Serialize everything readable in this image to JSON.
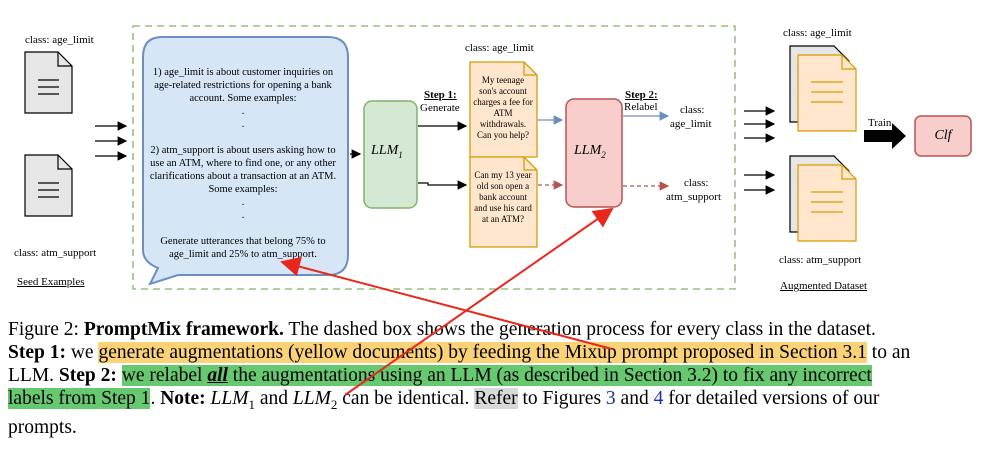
{
  "figure": {
    "left": {
      "class_top": "class: age_limit",
      "class_bottom": "class: atm_support",
      "seed_label": "Seed Examples"
    },
    "prompt": {
      "lines": [
        "1) age_limit is about customer inquiries on age-related restrictions for opening a bank account. Some examples:",
        ".",
        ".",
        "2) atm_support is about users asking how to use an ATM, where to find one, or any other clarifications about a transaction at an ATM. Some examples:",
        ".",
        ".",
        "Generate utterances that belong 75% to age_limit and 25% to atm_support."
      ]
    },
    "llm1": {
      "base": "LLM",
      "sub": "1"
    },
    "llm2": {
      "base": "LLM",
      "sub": "2"
    },
    "step1": {
      "title": "Step 1:",
      "action": "Generate"
    },
    "step2": {
      "title": "Step 2:",
      "action": "Relabel"
    },
    "doc_top": {
      "class": "class: age_limit",
      "text": "My teenage son's account charges a fee for ATM withdrawals. Can you help?"
    },
    "doc_bottom": {
      "text": "Can my 13 year old son open a bank account and use his card at an ATM?"
    },
    "relabel_top": [
      "class:",
      "age_limit"
    ],
    "relabel_bottom": [
      "class:",
      "atm_support"
    ],
    "right": {
      "class_top": "class: age_limit",
      "class_bottom": "class: atm_support",
      "aug_label": "Augmented Dataset",
      "train_label": "Train",
      "clf_base": "Clf"
    },
    "colors": {
      "prompt_fill": "#d6e6f7",
      "prompt_stroke": "#6a8fc0",
      "llm1_fill": "#d5e8d4",
      "llm1_stroke": "#82b366",
      "llm2_fill": "#f8cecc",
      "llm2_stroke": "#b85450",
      "doc_fill": "#ffe6cc",
      "doc_stroke": "#d79b00",
      "dashed_green": "#82b366",
      "red_arrow": "#e8281c"
    }
  },
  "caption": {
    "fig_label": "Figure 2:",
    "title": "PromptMix framework.",
    "sentence1": " The dashed box shows the generation process for every class in the dataset.",
    "step1_label": "Step 1:",
    "we1": " we ",
    "hl1_a": "generate augmentations (yellow documents) by feeding the Mixup prompt proposed in Section 3.1",
    "after_hl1": " to an",
    "line3_a": "LLM. ",
    "step2_label": "Step 2:",
    "space": " ",
    "hl2_a": "we relabel ",
    "hl2_all": "all",
    "hl2_b": " the augmentations using an LLM (as described in Section 3.2) to fix any incorrect",
    "hl2_c": "labels from Step 1",
    "period": ".",
    "note_label": "Note:",
    "llm1": "LLM",
    "llm1_sub": "1",
    "and1": " and ",
    "llm2": "LLM",
    "llm2_sub": "2",
    "identical": " can be identical.",
    "refer": "Refer",
    "to_figures": " to Figures ",
    "fig3": "3",
    "and2": " and ",
    "fig4": "4",
    "for_detailed": " for detailed versions of our",
    "prompts": "prompts."
  }
}
